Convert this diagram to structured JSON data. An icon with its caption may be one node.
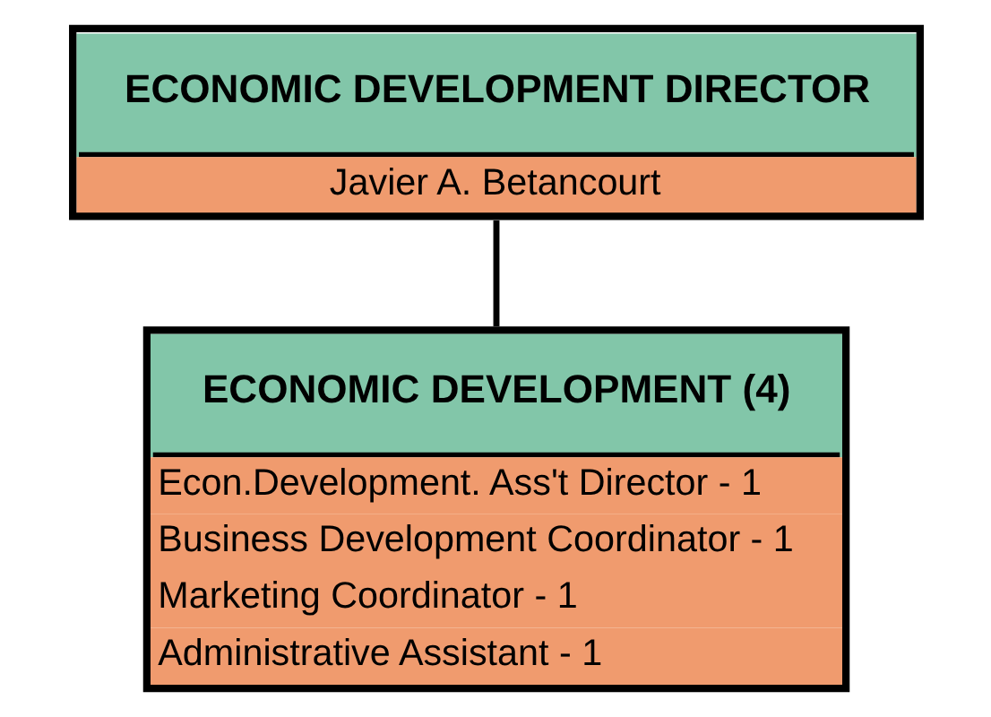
{
  "diagram": {
    "nodes": [
      {
        "text": [
          "ECONOMIC DEVELOPMENT DIRECTOR",
          "Javier A. Betancourt"
        ]
      },
      {
        "text": [
          "ECONOMIC DEVELOPMENT (4)",
          "Econ.Development. Ass't Director - 1",
          "Business Development Coordinator - 1",
          "Marketing Coordinator - 1",
          "Administrative Assistant - 1"
        ]
      }
    ],
    "edges": [
      {
        "from": 0,
        "to": 1,
        "arrow": "none"
      }
    ]
  }
}
